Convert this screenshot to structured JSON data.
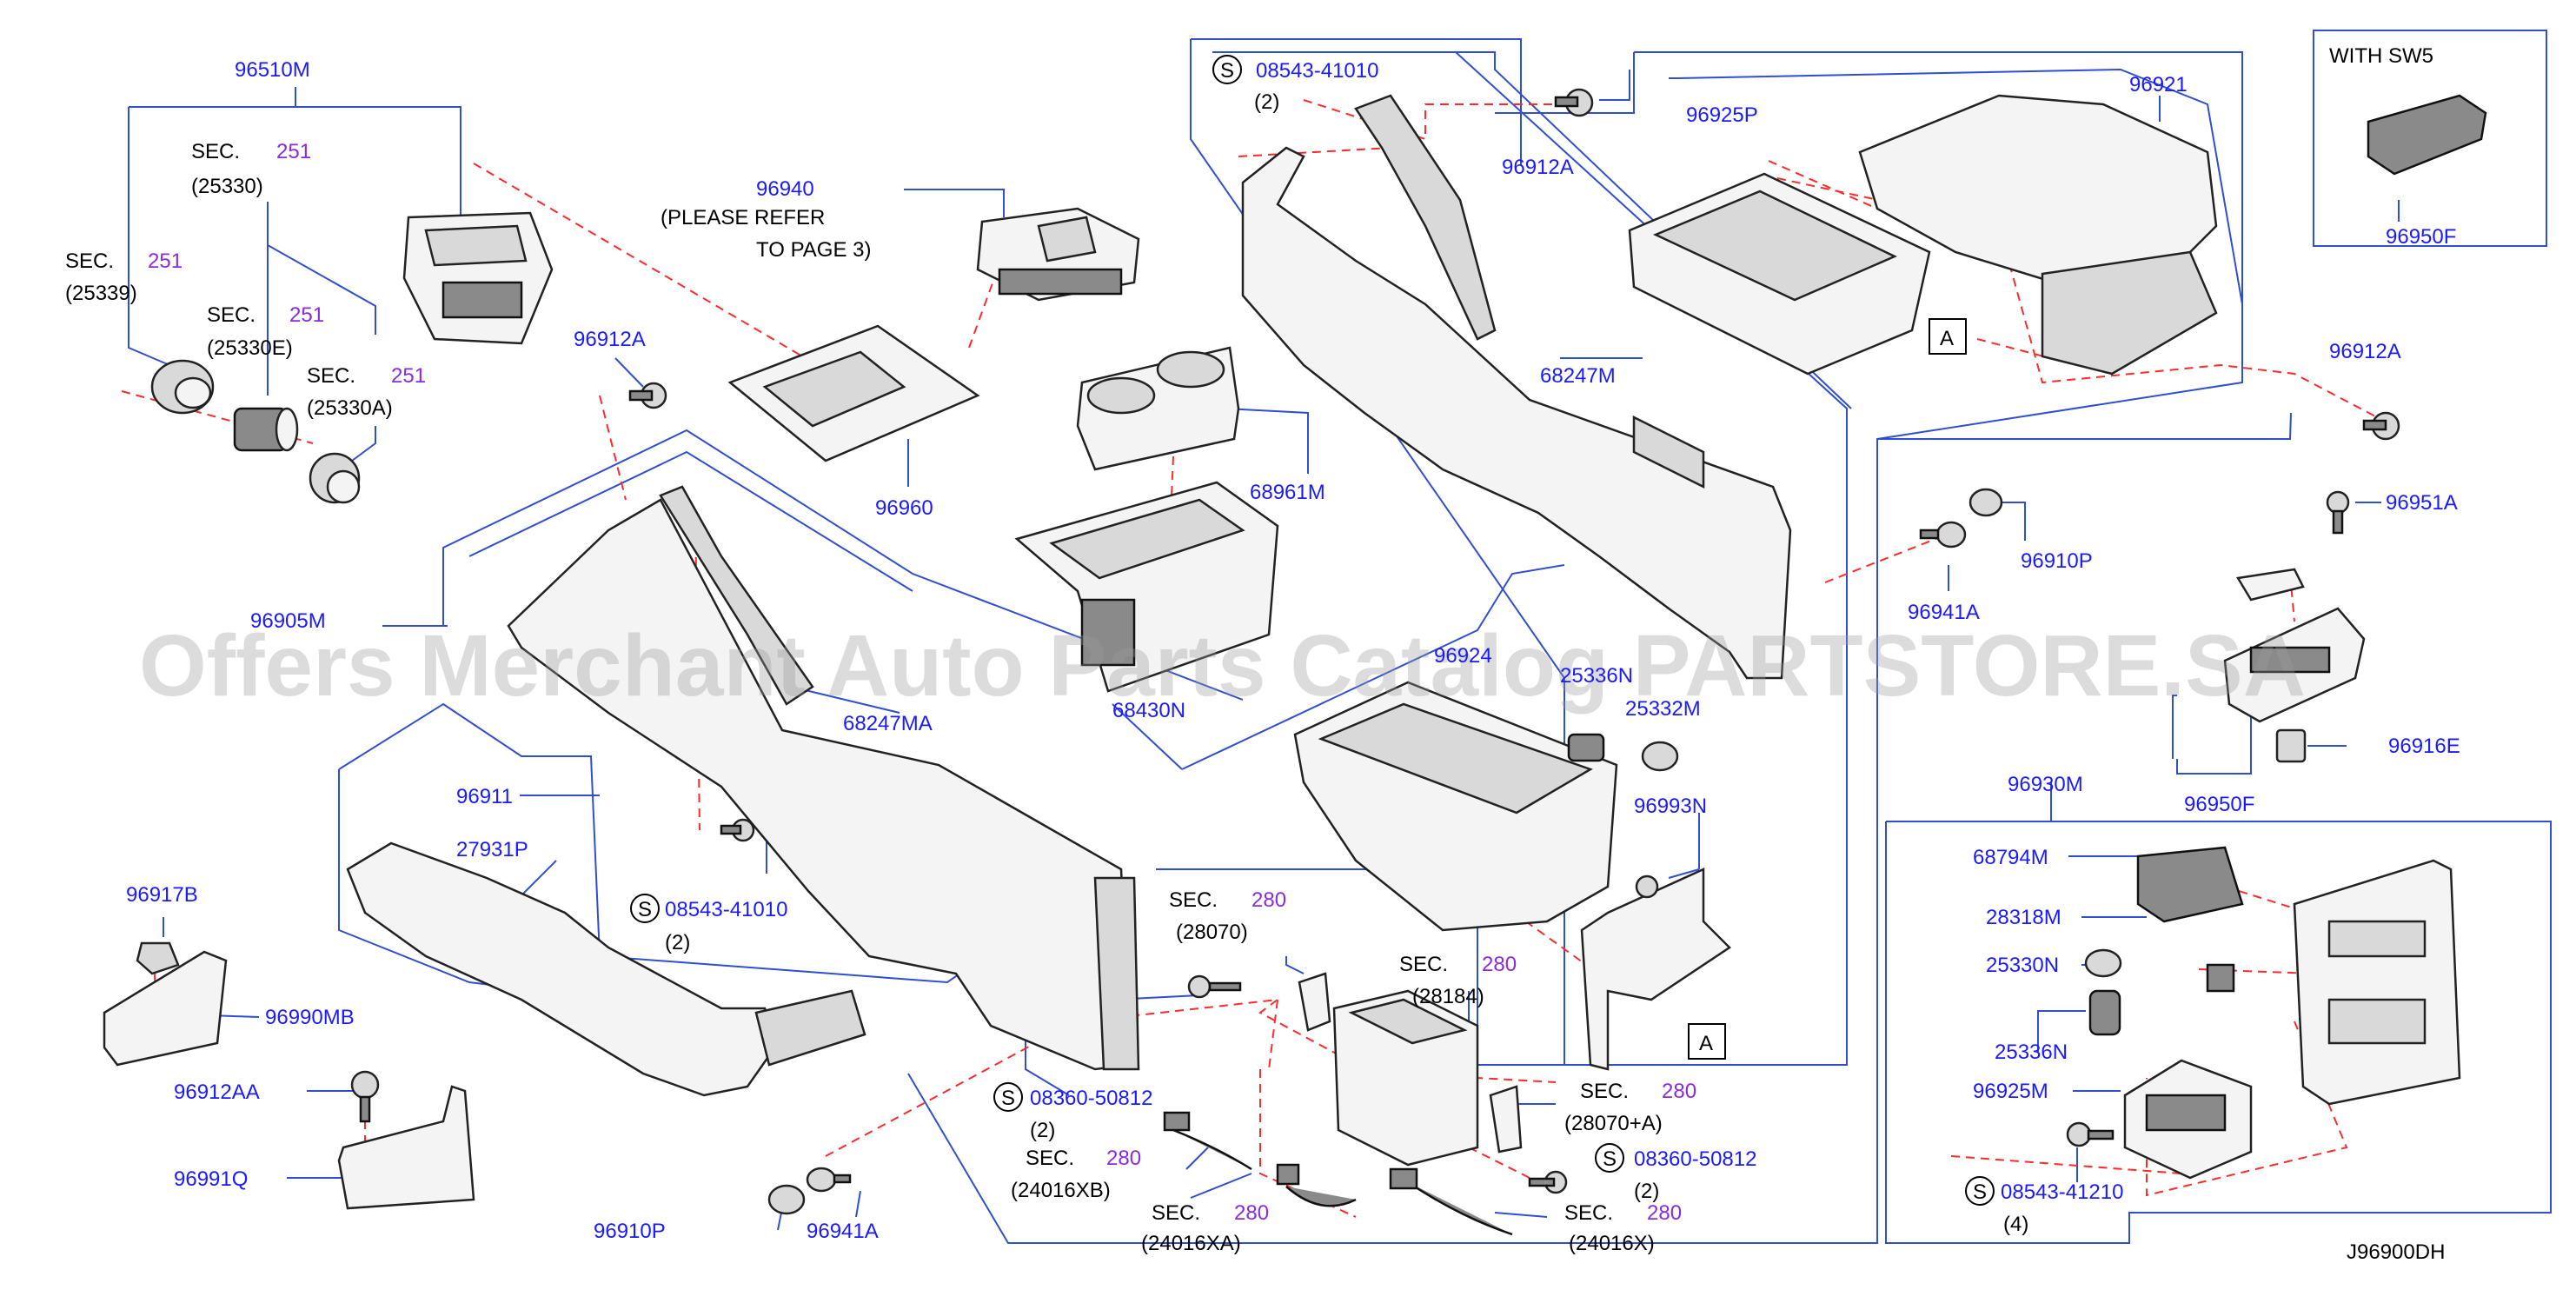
{
  "diagram": {
    "code": "J96900DH",
    "watermark": "Offers Merchant Auto Parts Catalog PARTSTORE.SA",
    "with_label": "WITH SW5",
    "ref_letter": "A",
    "note_96940": [
      "(PLEASE REFER",
      "TO PAGE 3)"
    ],
    "labels": {
      "p96510M": "96510M",
      "sec251a_txt": "SEC.",
      "sec251a_num": "251",
      "sec251a_ref": "(25330)",
      "sec251b_txt": "SEC.",
      "sec251b_num": "251",
      "sec251b_ref": "(25339)",
      "sec251c_txt": "SEC.",
      "sec251c_num": "251",
      "sec251c_ref": "(25330E)",
      "sec251d_txt": "SEC.",
      "sec251d_num": "251",
      "sec251d_ref": "(25330A)",
      "p96940": "96940",
      "p96912A_1": "96912A",
      "p96960": "96960",
      "p68961M": "68961M",
      "p96905M": "96905M",
      "p68247MA": "68247MA",
      "p68430N": "68430N",
      "p96911": "96911",
      "p27931P": "27931P",
      "p96917B": "96917B",
      "p96990MB": "96990MB",
      "p96912AA": "96912AA",
      "p96991Q": "96991Q",
      "p96910P_1": "96910P",
      "p96941A_1": "96941A",
      "s08543_41010_a": "08543-41010",
      "s08543_41010_a_qty": "(2)",
      "s08543_41010_b": "08543-41010",
      "s08543_41010_b_qty": "(2)",
      "p96912A_2": "96912A",
      "p68247M": "68247M",
      "p96925P": "96925P",
      "p96921": "96921",
      "p96950F_1": "96950F",
      "p96912A_3": "96912A",
      "p96951A": "96951A",
      "p96910P_2": "96910P",
      "p96941A_2": "96941A",
      "p96916E": "96916E",
      "p96950F_2": "96950F",
      "p96924_partial": "96924",
      "p25336N_partial": "25336N",
      "p25332M_partial": "25332M",
      "p96993N": "96993N",
      "sec280a_txt": "SEC.",
      "sec280a_num": "280",
      "sec280a_ref": "(28070)",
      "sec280b_txt": "SEC.",
      "sec280b_num": "280",
      "sec280b_ref": "(28184)",
      "sec280c_txt": "SEC.",
      "sec280c_num": "280",
      "sec280c_ref": "(28070+A)",
      "sec280d_txt": "SEC.",
      "sec280d_num": "280",
      "sec280d_ref": "(24016XB)",
      "sec280e_txt": "SEC.",
      "sec280e_num": "280",
      "sec280e_ref": "(24016XA)",
      "sec280f_txt": "SEC.",
      "sec280f_num": "280",
      "sec280f_ref": "(24016X)",
      "s08360_50812_a": "08360-50812",
      "s08360_50812_a_qty": "(2)",
      "s08360_50812_b": "08360-50812",
      "s08360_50812_b_qty": "(2)",
      "p96930M": "96930M",
      "p68794M": "68794M",
      "p28318M": "28318M",
      "p25330N": "25330N",
      "p25336N": "25336N",
      "p96925M": "96925M",
      "s08543_41210": "08543-41210",
      "s08543_41210_qty": "(4)",
      "screw_marker": "S"
    }
  }
}
